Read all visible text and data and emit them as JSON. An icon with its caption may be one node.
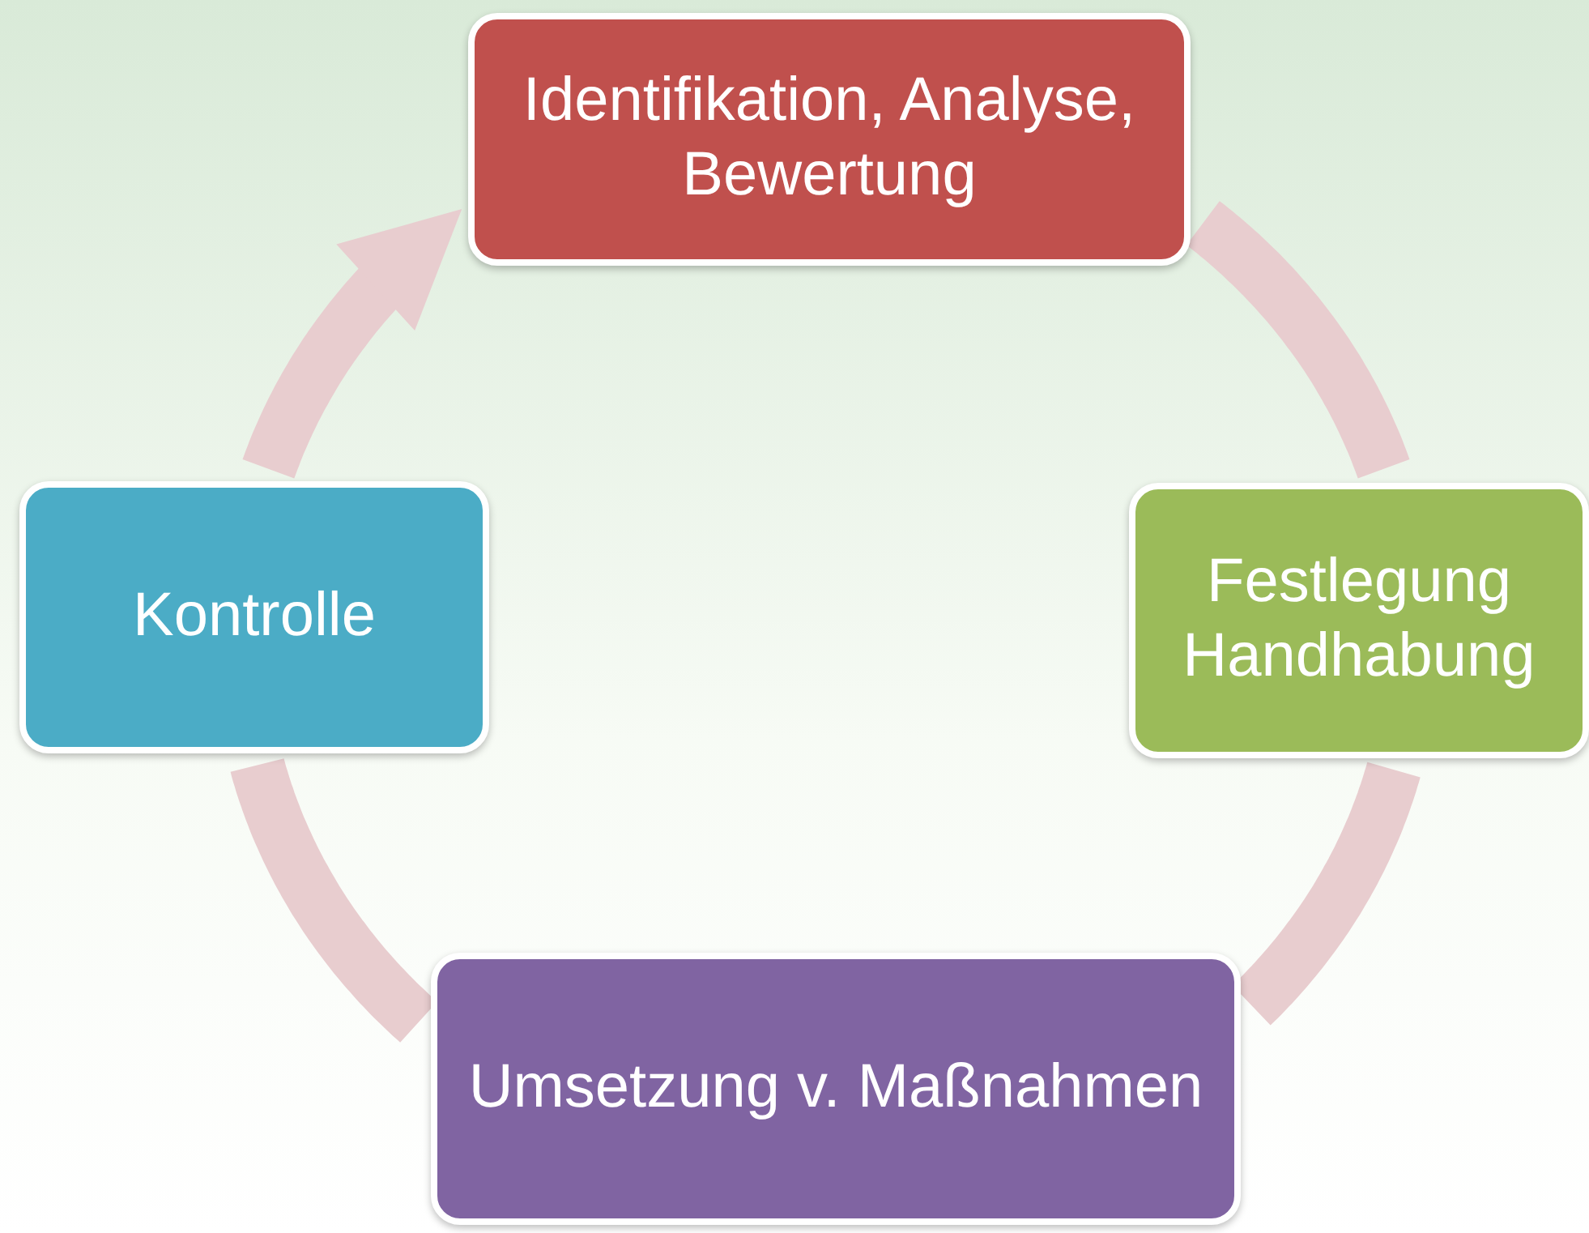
{
  "diagram": {
    "nodes": [
      {
        "text": [
          "Identifikation, Analyse, Bewertung"
        ]
      },
      {
        "text": [
          "Festlegung Handhabung"
        ]
      },
      {
        "text": [
          "Umsetzung v. Maßnahmen"
        ]
      },
      {
        "text": [
          "Kontrolle"
        ]
      }
    ],
    "edges": [
      {
        "from": 0,
        "to": 1,
        "arrow": "none"
      },
      {
        "from": 1,
        "to": 2,
        "arrow": "none"
      },
      {
        "from": 2,
        "to": 3,
        "arrow": "none"
      },
      {
        "from": 3,
        "to": 0,
        "arrow": "to"
      }
    ]
  }
}
